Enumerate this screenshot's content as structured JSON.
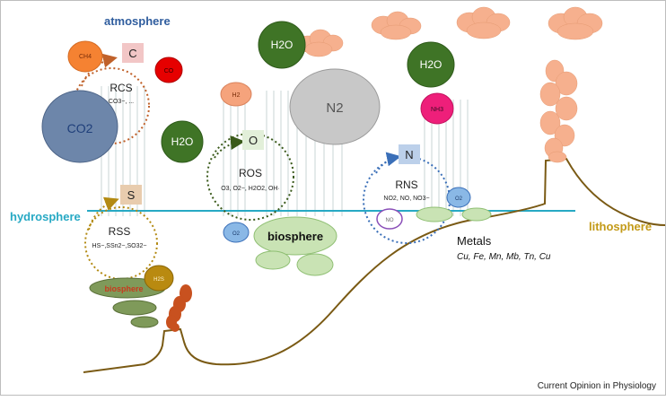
{
  "labels": {
    "atmosphere": "atmosphere",
    "hydrosphere": "hydrosphere",
    "lithosphere": "lithosphere",
    "biosphere_main": "biosphere",
    "biosphere_small": "biosphere",
    "metals_title": "Metals",
    "metals_list": "Cu, Fe, Mn, Mb, Tn, Cu",
    "credit": "Current Opinion in Physiology"
  },
  "element_boxes": {
    "carbon": "C",
    "oxygen": "O",
    "nitrogen": "N",
    "sulfur": "S"
  },
  "cycles": {
    "rcs": {
      "title": "RCS",
      "species": "CO3−, ..."
    },
    "ros": {
      "title": "ROS",
      "species": "O3, O2−, H2O2, OH·"
    },
    "rns": {
      "title": "RNS",
      "species": "NO2, NO, NO3−"
    },
    "rss": {
      "title": "RSS",
      "species": "HS−,SSn2−,SO32−"
    }
  },
  "molecules": {
    "ch4": "CH4",
    "co": "CO",
    "co2": "CO2",
    "h2": "H2",
    "h2o_left": "H2O",
    "h2o_top": "H2O",
    "h2o_right": "H2O",
    "n2": "N2",
    "nh3": "NH3",
    "h2s": "H2S",
    "o2_left": "O2",
    "o2_right": "O2",
    "no": "NO"
  },
  "colors": {
    "atmosphere_text": "#2f5d9e",
    "hydrosphere_line": "#27a9c4",
    "lithosphere_text": "#c39a17",
    "ground_line": "#7a5a14",
    "biosphere_fill": "#c9e3b4",
    "cloud_fill": "#f6b08e",
    "volcano_rock": "#c8511f"
  }
}
